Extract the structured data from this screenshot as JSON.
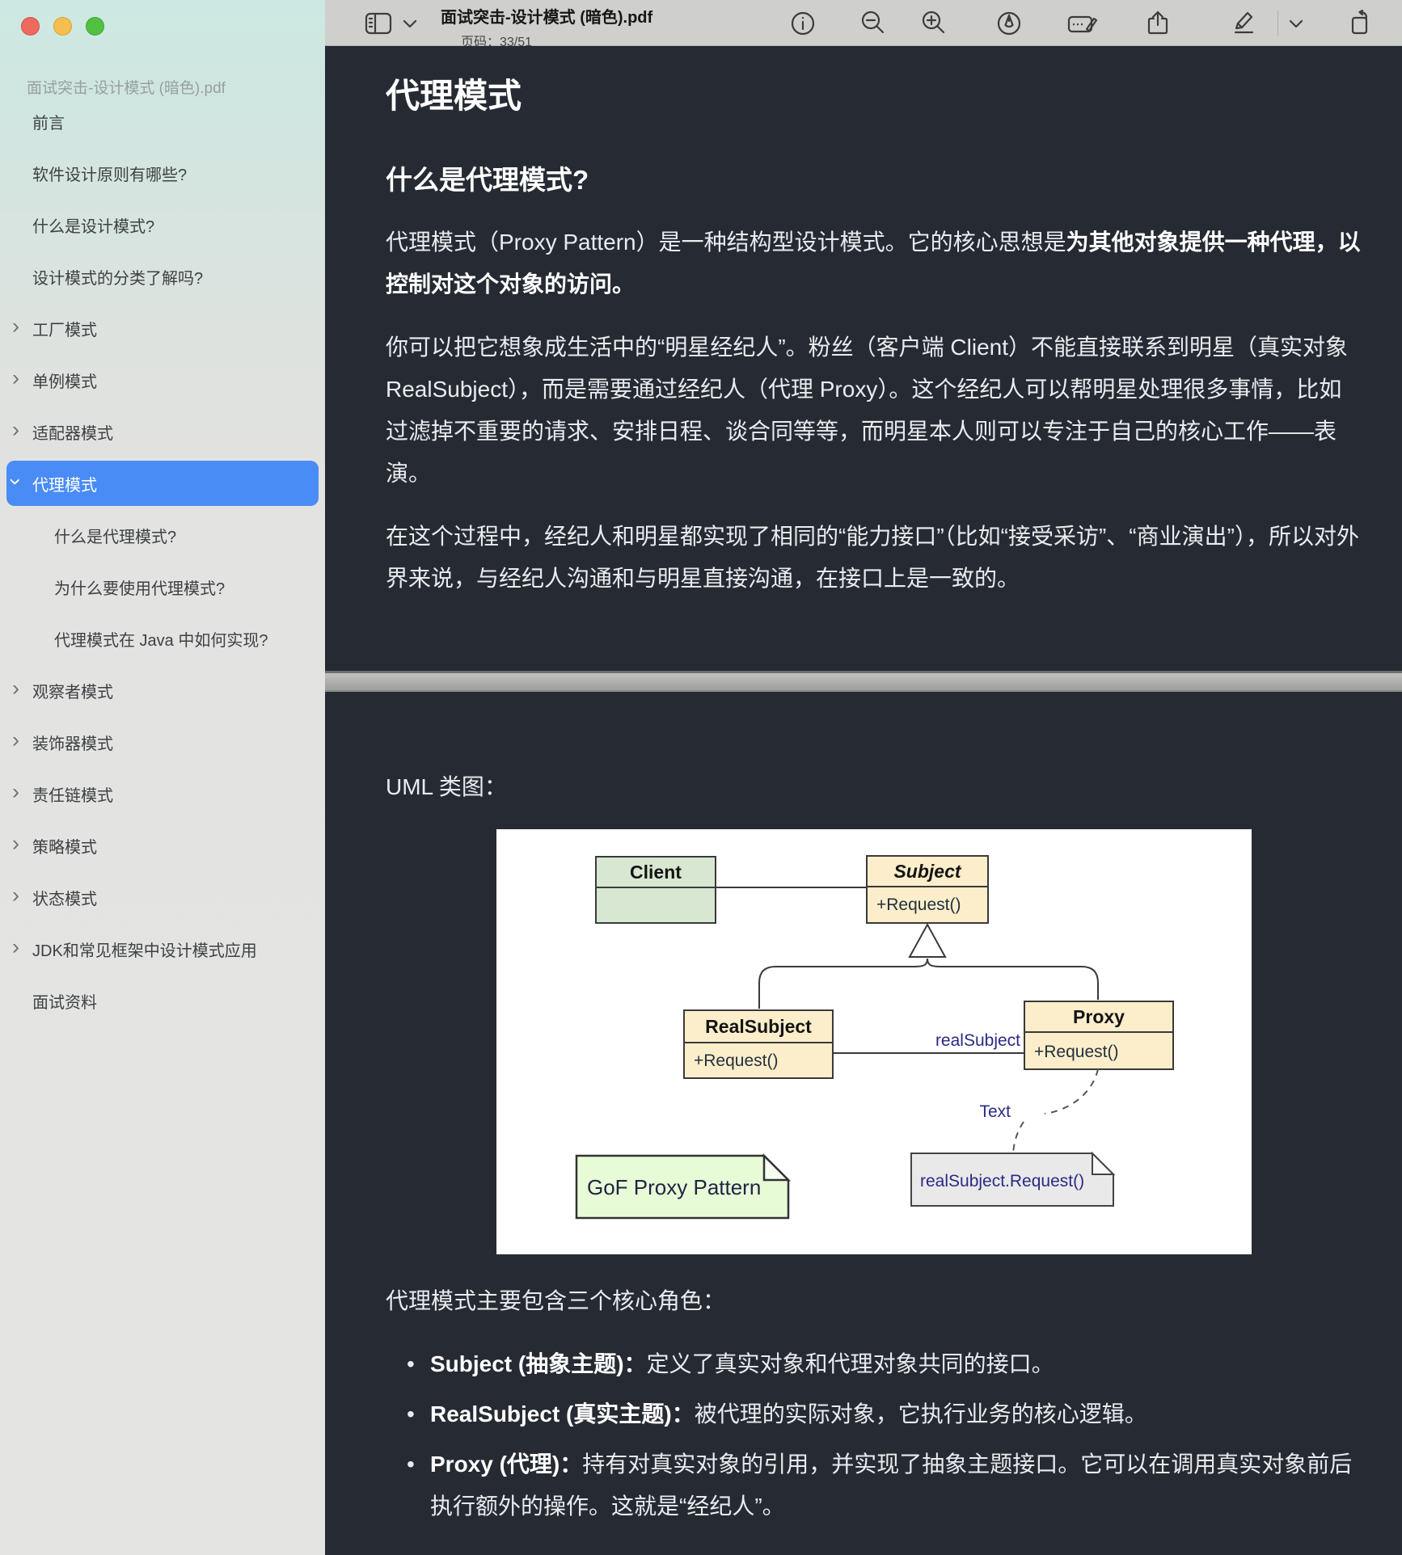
{
  "sidebar": {
    "doc_title": "面试突击-设计模式 (暗色).pdf",
    "items": [
      {
        "label": "前言"
      },
      {
        "label": "软件设计原则有哪些?"
      },
      {
        "label": "什么是设计模式?"
      },
      {
        "label": "设计模式的分类了解吗?"
      },
      {
        "label": "工厂模式"
      },
      {
        "label": "单例模式"
      },
      {
        "label": "适配器模式"
      },
      {
        "label": "代理模式"
      },
      {
        "label": "什么是代理模式?"
      },
      {
        "label": "为什么要使用代理模式?"
      },
      {
        "label": "代理模式在 Java 中如何实现?"
      },
      {
        "label": "观察者模式"
      },
      {
        "label": "装饰器模式"
      },
      {
        "label": "责任链模式"
      },
      {
        "label": "策略模式"
      },
      {
        "label": "状态模式"
      },
      {
        "label": "JDK和常见框架中设计模式应用"
      },
      {
        "label": "面试资料"
      }
    ]
  },
  "toolbar": {
    "title": "面试突击-设计模式 (暗色).pdf",
    "page_label": "页码：33/51"
  },
  "doc": {
    "h1": "代理模式",
    "h2": "什么是代理模式?",
    "p1_normal": "代理模式（Proxy Pattern）是一种结构型设计模式。它的核心思想是",
    "p1_bold": "为其他对象提供一种代理，以控制对这个对象的访问。",
    "p2": "你可以把它想象成生活中的“明星经纪人”。粉丝（客户端 Client）不能直接联系到明星（真实对象 RealSubject），而是需要通过经纪人（代理 Proxy）。这个经纪人可以帮明星处理很多事情，比如过滤掉不重要的请求、安排日程、谈合同等等，而明星本人则可以专注于自己的核心工作——表演。",
    "p3": "在这个过程中，经纪人和明星都实现了相同的“能力接口”（比如“接受采访”、“商业演出”），所以对外界来说，与经纪人沟通和与明星直接沟通，在接口上是一致的。",
    "uml_caption": "UML 类图：",
    "roles_intro": "代理模式主要包含三个核心角色：",
    "bullets": [
      {
        "lead": "Subject (抽象主题)：",
        "text": "定义了真实对象和代理对象共同的接口。"
      },
      {
        "lead": "RealSubject (真实主题)：",
        "text": "被代理的实际对象，它执行业务的核心逻辑。"
      },
      {
        "lead": "Proxy (代理)：",
        "text": "持有对真实对象的引用，并实现了抽象主题接口。它可以在调用真实对象前后执行额外的操作。这就是“经纪人”。"
      }
    ]
  },
  "diagram": {
    "client": "Client",
    "subject": "Subject",
    "real_subject": "RealSubject",
    "proxy": "Proxy",
    "method": "+Request()",
    "assoc_label": "realSubject",
    "text_label": "Text",
    "note_left": "GoF Proxy Pattern",
    "note_right": "realSubject.Request()"
  },
  "colors": {
    "accent_blue": "#4a8cf6",
    "page_bg": "#262b33",
    "class_fill": "#fceecb",
    "client_fill": "#d7e7d2",
    "note_green": "#e8fbd7",
    "note_gray": "#e9e9e9"
  }
}
